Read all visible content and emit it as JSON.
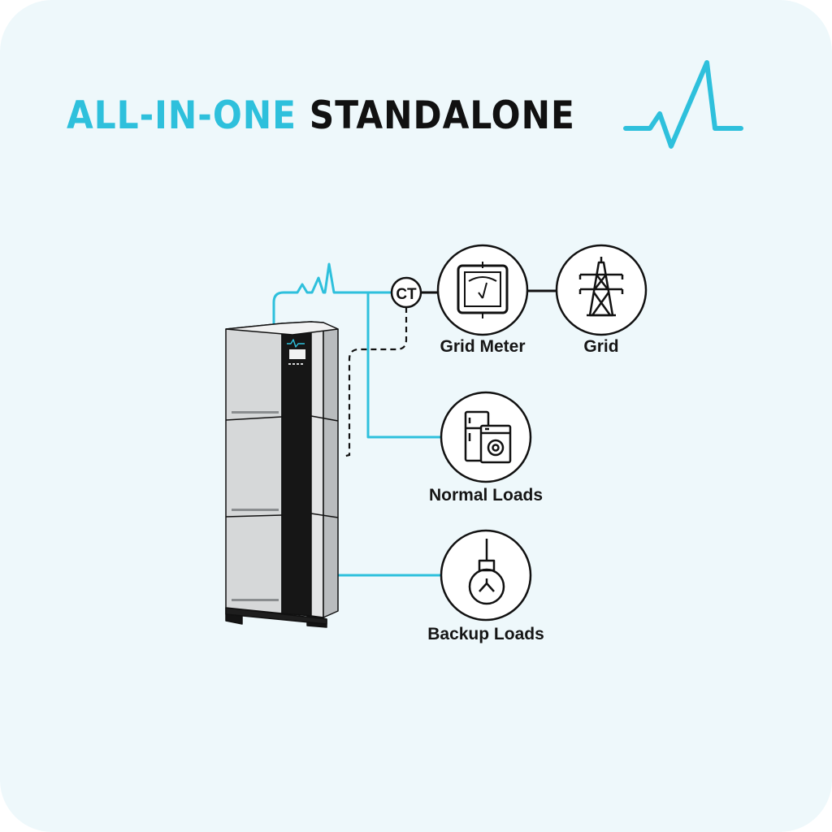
{
  "title": {
    "accent": "ALL-IN-ONE",
    "main": "STANDALONE"
  },
  "labels": {
    "ct": "CT",
    "grid_meter": "Grid Meter",
    "grid": "Grid",
    "normal_loads": "Normal Loads",
    "backup_loads": "Backup Loads"
  },
  "icons": {
    "logo": "pulse-wave-icon",
    "battery": "all-in-one-battery-cabinet-icon",
    "meter": "analog-meter-icon",
    "grid": "power-pylon-icon",
    "normal_loads": "fridge-washer-icon",
    "backup_loads": "light-bulb-icon"
  },
  "colors": {
    "accent": "#2ec0dc",
    "background": "#eef8fb",
    "line": "#111111"
  }
}
